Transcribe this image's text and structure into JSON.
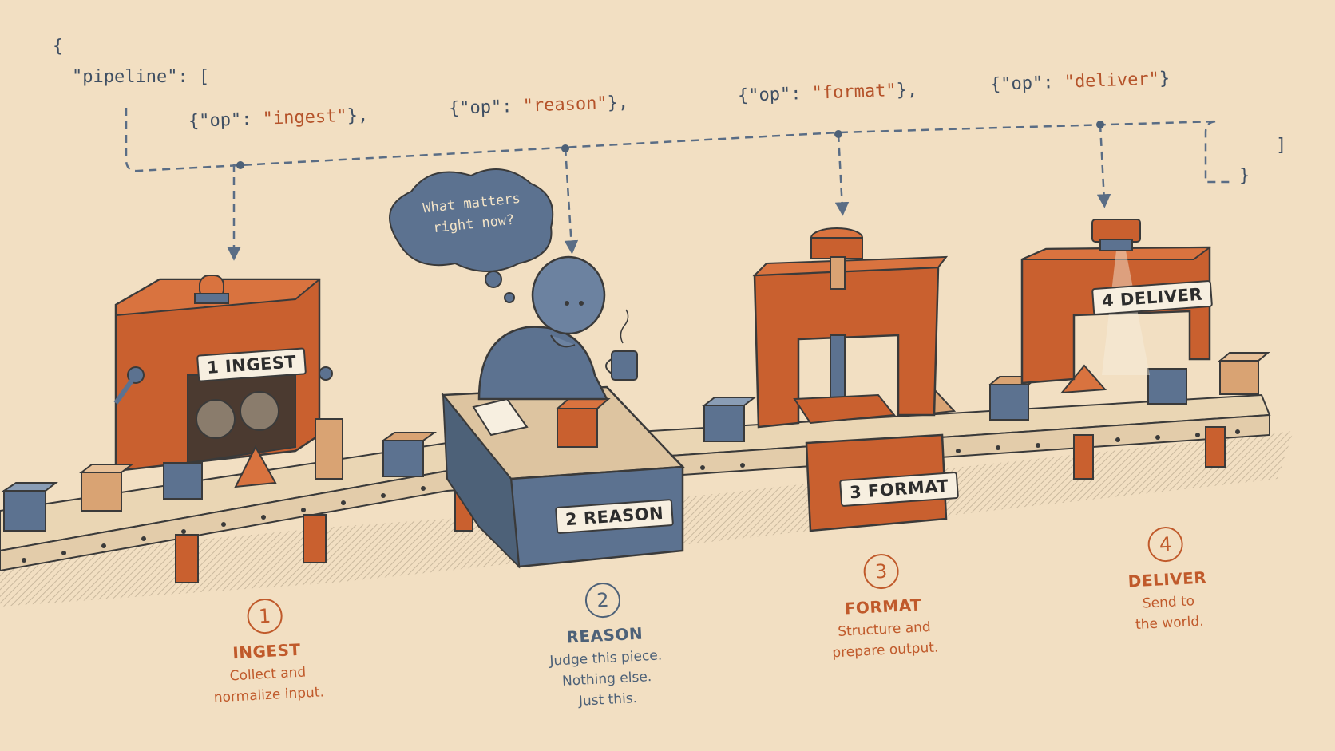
{
  "json_code": {
    "open_brace": "{",
    "pipeline_key": "\"pipeline\"",
    "pipeline_rest": ": [",
    "close_bracket": "]",
    "close_brace": "}",
    "ops": [
      {
        "prefix": "{\"op\": ",
        "value": "\"ingest\"",
        "suffix": "},"
      },
      {
        "prefix": "{\"op\": ",
        "value": "\"reason\"",
        "suffix": "},"
      },
      {
        "prefix": "{\"op\": ",
        "value": "\"format\"",
        "suffix": "},"
      },
      {
        "prefix": "{\"op\": ",
        "value": "\"deliver\"",
        "suffix": "}"
      }
    ]
  },
  "thought_bubble": {
    "line1": "What matters",
    "line2": "right now?"
  },
  "machine_plates": [
    "1 INGEST",
    "2 REASON",
    "3 FORMAT",
    "4 DELIVER"
  ],
  "steps": [
    {
      "number": "1",
      "title": "INGEST",
      "desc1": "Collect and",
      "desc2": "normalize input.",
      "desc3": ""
    },
    {
      "number": "2",
      "title": "REASON",
      "desc1": "Judge this piece.",
      "desc2": "Nothing else.",
      "desc3": "Just this."
    },
    {
      "number": "3",
      "title": "FORMAT",
      "desc1": "Structure and",
      "desc2": "prepare output.",
      "desc3": ""
    },
    {
      "number": "4",
      "title": "DELIVER",
      "desc1": "Send to",
      "desc2": "the world.",
      "desc3": ""
    }
  ],
  "colors": {
    "background": "#f2dfc2",
    "machine_orange": "#c9602f",
    "machine_blue": "#5c7290",
    "code_blue": "#3f4f63",
    "code_orange": "#b5532a",
    "belt": "#ead6b4"
  }
}
